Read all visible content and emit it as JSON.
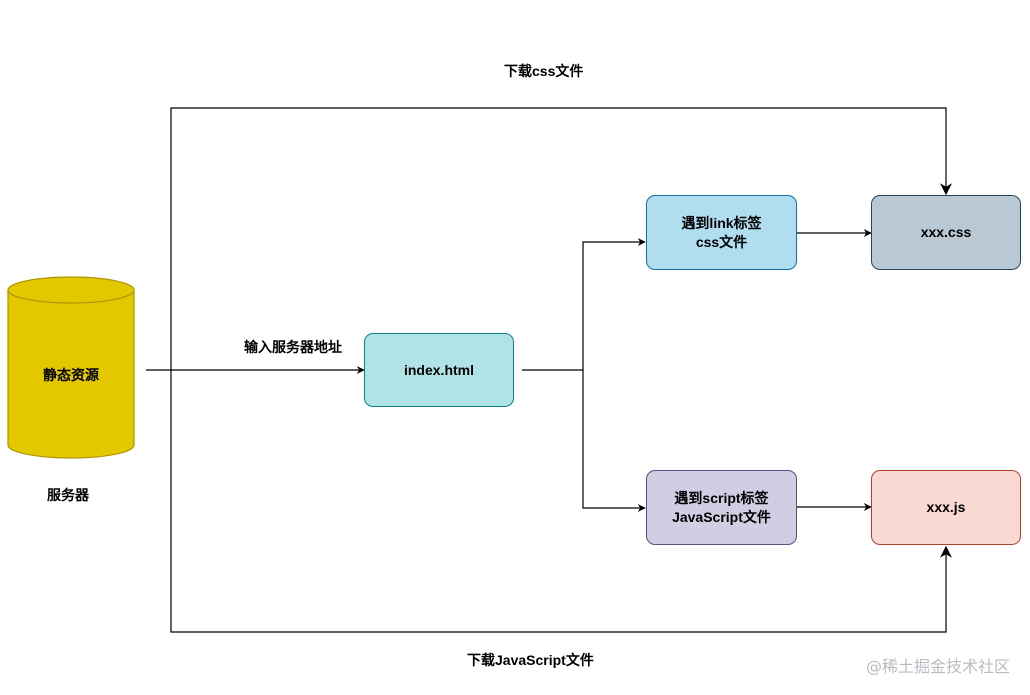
{
  "diagram": {
    "database": {
      "label": "静态资源",
      "caption": "服务器"
    },
    "nodes": {
      "index": {
        "label": "index.html"
      },
      "link": {
        "label": "遇到link标签\ncss文件"
      },
      "script": {
        "label": "遇到script标签\nJavaScript文件"
      },
      "css_file": {
        "label": "xxx.css"
      },
      "js_file": {
        "label": "xxx.js"
      }
    },
    "edges": {
      "input_address": "输入服务器地址",
      "download_css": "下载css文件",
      "download_js": "下载JavaScript文件"
    }
  },
  "colors": {
    "db_fill": "#e3c800",
    "db_stroke": "#b09500",
    "index_fill": "#b0e3e6",
    "index_stroke": "#0e8088",
    "link_fill": "#b1ddf0",
    "link_stroke": "#10739e",
    "script_fill": "#d0cee2",
    "script_stroke": "#56517e",
    "css_fill": "#bac8d3",
    "css_stroke": "#23445d",
    "js_fill": "#fad9d5",
    "js_stroke": "#ae4132",
    "edge": "#000000"
  },
  "watermark": "@稀土掘金技术社区"
}
